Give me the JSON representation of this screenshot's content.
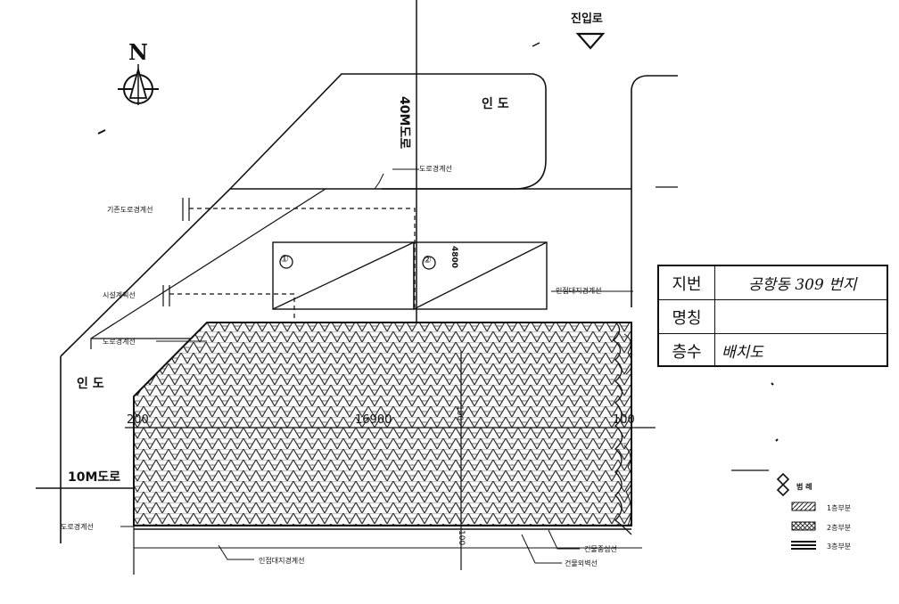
{
  "labels": {
    "entrance_road": "진입로",
    "road_40m": "40M도로",
    "road_10m": "10M도로",
    "sidewalk_top": "인 도",
    "sidewalk_left": "인 도",
    "road_boundary_top": "도로경계선",
    "existing_building_line": "기존도로경계선",
    "planned_line": "시설계획선",
    "road_boundary_left": "도로경계선",
    "road_boundary_bottom_left": "도로경계선",
    "adjacent_land_line_right": "인접대지경계선",
    "adjacent_land_line_bottom": "인접대지경계선",
    "building_center_line": "건물중심선",
    "building_outer_line": "건물외벽선",
    "dim_height": "4800",
    "dim_width": "16900",
    "dim_left": "200",
    "dim_right": "100",
    "dim_center": "100",
    "dim_vertical": "100",
    "marker_1": "①",
    "marker_2": "②",
    "north": "N"
  },
  "info_table": {
    "row1": {
      "head": "지번",
      "value": "공항동 309  번지"
    },
    "row2": {
      "head": "명칭",
      "value": ""
    },
    "row3": {
      "head": "층수",
      "value": "배치도"
    }
  },
  "legend": {
    "title": "범 례",
    "items": [
      {
        "label": "1층부분"
      },
      {
        "label": "2층부분"
      },
      {
        "label": "3층부분"
      }
    ]
  }
}
